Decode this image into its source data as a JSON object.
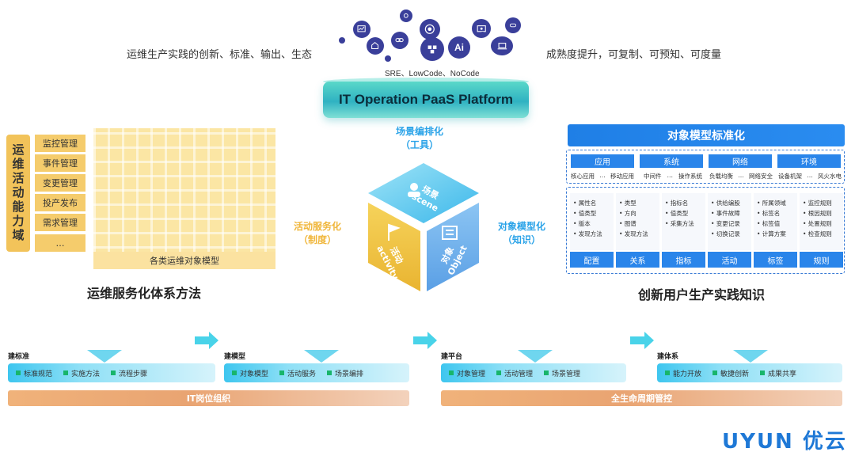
{
  "top": {
    "left_slogan": "运维生产实践的创新、标准、输出、生态",
    "right_slogan": "成熟度提升，可复制、可预知、可度量",
    "paas_subtitle": "SRE、LowCode、NoCode",
    "paas_title": "IT Operation PaaS Platform",
    "ai_label": "Ai",
    "icons": [
      "chart-icon",
      "gear-icon",
      "aperture-icon",
      "folder-icon",
      "link-icon",
      "cubes-icon",
      "ai-icon",
      "monitor-icon",
      "laptop-icon",
      "cloud-icon",
      "small-dot"
    ]
  },
  "left": {
    "vertical_title": "运维活动能力域",
    "items": [
      "监控管理",
      "事件管理",
      "变更管理",
      "投产发布",
      "需求管理",
      "…"
    ],
    "grid_caption": "各类运维对象模型",
    "section_title": "运维服务化体系方法"
  },
  "center": {
    "top_label": "场景编排化",
    "top_sub": "（工具）",
    "left_label": "活动服务化",
    "left_sub": "（制度）",
    "right_label": "对象模型化",
    "right_sub": "（知识）",
    "cube_scene_cn": "场景",
    "cube_scene_en": "scene",
    "cube_activity_cn": "活动",
    "cube_activity_en": "activity",
    "cube_object_cn": "对象",
    "cube_object_en": "Object"
  },
  "right": {
    "header": "对象模型标准化",
    "categories": [
      {
        "name": "应用",
        "items": [
          "核心应用",
          "…",
          "移动应用"
        ]
      },
      {
        "name": "系统",
        "items": [
          "中间件",
          "…",
          "操作系统"
        ]
      },
      {
        "name": "网络",
        "items": [
          "负载均衡",
          "…",
          "网络安全"
        ]
      },
      {
        "name": "环境",
        "items": [
          "设备机架",
          "…",
          "风火水电"
        ]
      }
    ],
    "columns": [
      {
        "button": "配置",
        "items": [
          "属性名",
          "值类型",
          "版本",
          "发现方法"
        ]
      },
      {
        "button": "关系",
        "items": [
          "类型",
          "方向",
          "图谱",
          "发现方法"
        ]
      },
      {
        "button": "指标",
        "items": [
          "指标名",
          "值类型",
          "采集方法"
        ]
      },
      {
        "button": "活动",
        "items": [
          "供给编股",
          "事件故障",
          "变更记录",
          "切换记录"
        ]
      },
      {
        "button": "标签",
        "items": [
          "所属领域",
          "标签名",
          "标签值",
          "计算方案"
        ]
      },
      {
        "button": "规则",
        "items": [
          "监控规则",
          "根因规则",
          "处置规则",
          "检查规则"
        ]
      }
    ],
    "section_title": "创新用户生产实践知识"
  },
  "bottom": {
    "stages": [
      {
        "title": "建标准",
        "items": [
          "标准规范",
          "实施方法",
          "流程步骤"
        ]
      },
      {
        "title": "建模型",
        "items": [
          "对象模型",
          "活动服务",
          "场景编排"
        ]
      },
      {
        "title": "建平台",
        "items": [
          "对象管理",
          "活动管理",
          "场景管理"
        ]
      },
      {
        "title": "建体系",
        "items": [
          "能力开放",
          "敏捷创新",
          "成果共享"
        ]
      }
    ],
    "org_left": "IT岗位组织",
    "org_right": "全生命周期管控"
  },
  "brand": "UYUN 优云"
}
